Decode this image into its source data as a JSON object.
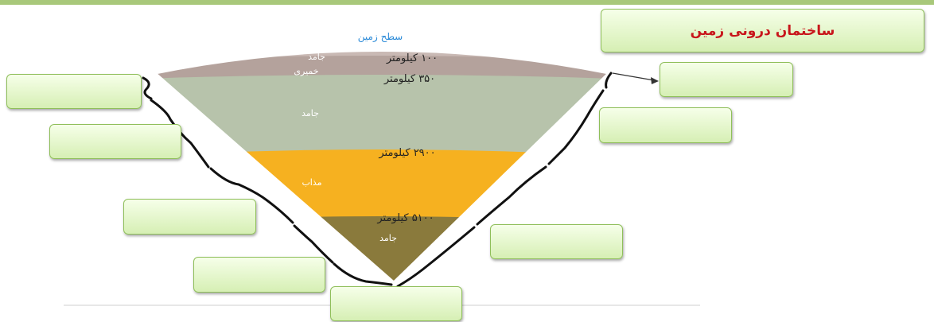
{
  "title": "ساختمان درونی زمین",
  "diagram": {
    "surface_label": "سطح زمین",
    "depths": [
      "۱۰۰ کیلومتر",
      "۳۵۰ کیلومتر",
      "۲۹۰۰ کیلومتر",
      "۵۱۰۰ کیلومتر"
    ],
    "layers": [
      {
        "label": "جامد",
        "color": "#c9b9b4"
      },
      {
        "label": "خمیری",
        "color": "#b4a29c"
      },
      {
        "label": "جامد",
        "color": "#b7c3ab"
      },
      {
        "label": "مذاب",
        "color": "#f6b120"
      },
      {
        "label": "جامد",
        "color": "#8a7a3c"
      }
    ]
  },
  "answer_boxes": [
    "",
    "",
    "",
    "",
    "",
    "",
    "",
    "",
    ""
  ]
}
